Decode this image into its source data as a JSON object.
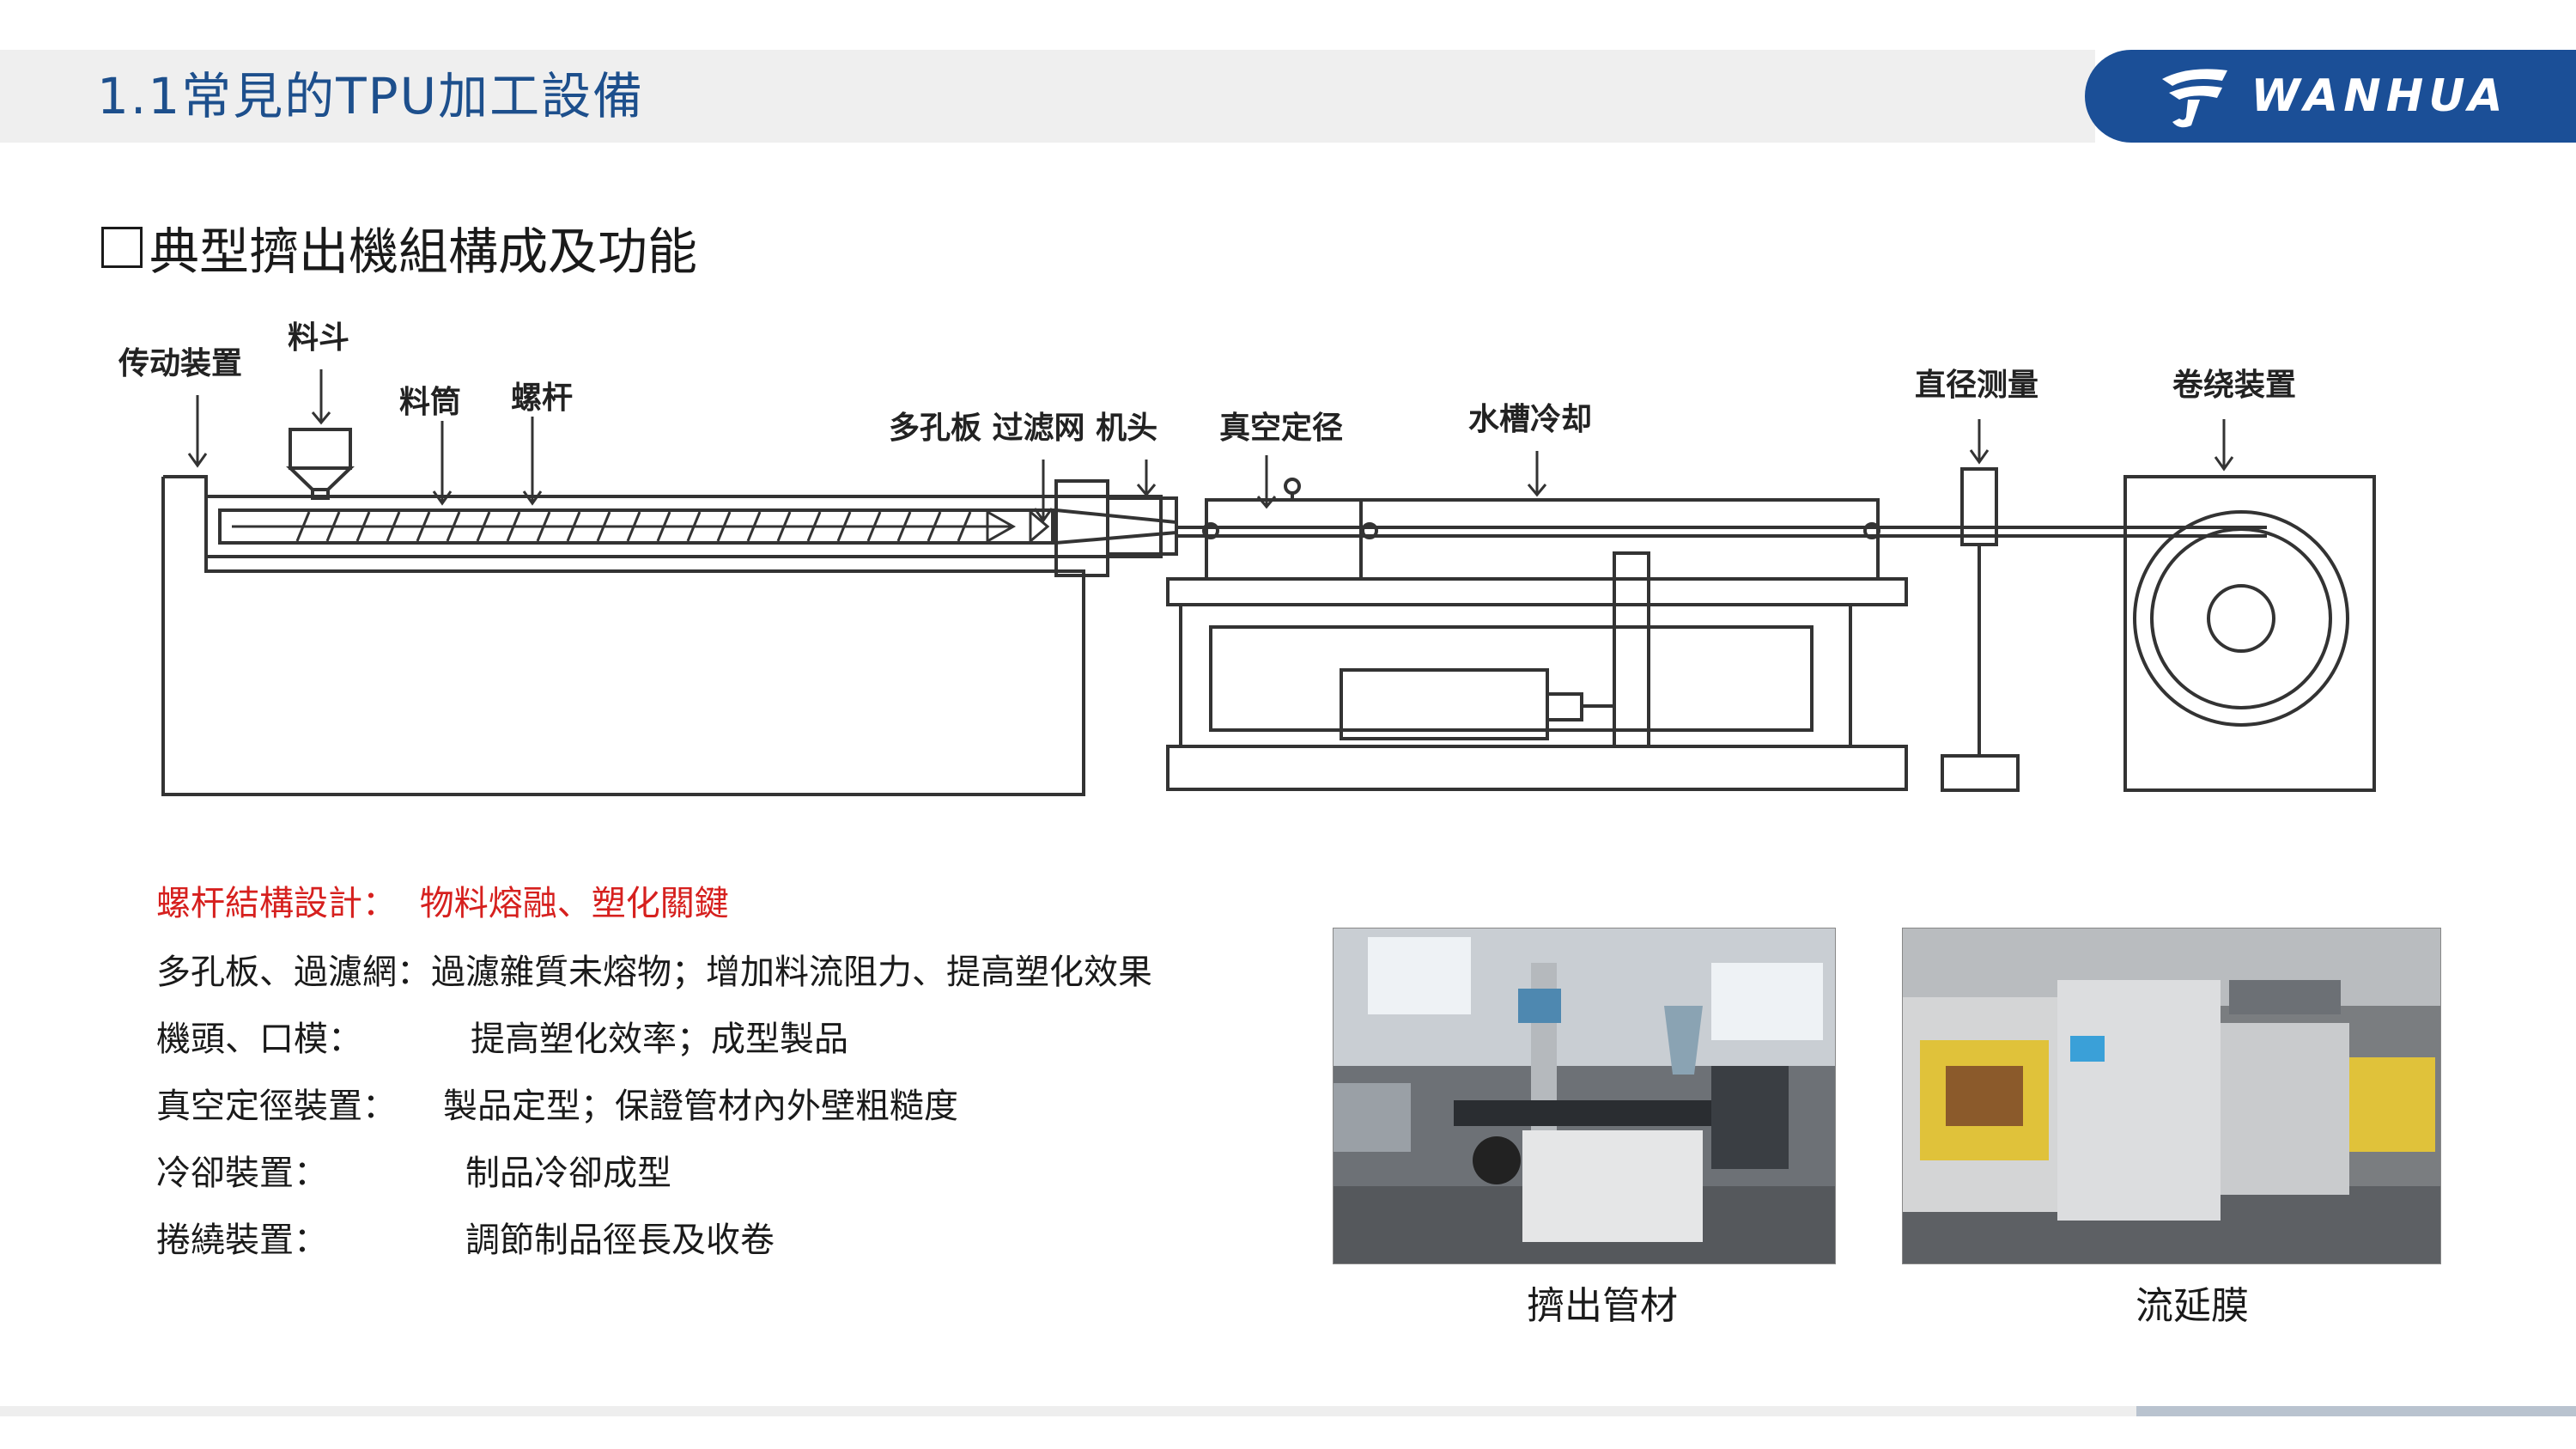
{
  "header": {
    "title": "1.1常見的TPU加工設備",
    "logo_text": "WANHUA"
  },
  "section": {
    "title": "典型擠出機組構成及功能"
  },
  "diagram": {
    "labels": {
      "drive": "传动装置",
      "hopper": "料斗",
      "barrel": "料筒",
      "screw": "螺杆",
      "plate_filter_head": "多孔板 过滤网 机头",
      "vacuum_sizing": "真空定径",
      "water_cooling": "水槽冷却",
      "diameter_gauge": "直径测量",
      "winding": "卷绕装置"
    }
  },
  "functions": {
    "items": [
      {
        "key": "螺杆結構設計：",
        "value": "物料熔融、塑化關鍵",
        "highlight": true
      },
      {
        "key": "多孔板、過濾網：",
        "value": "過濾雜質未熔物；增加料流阻力、提高塑化效果",
        "highlight": false
      },
      {
        "key": "機頭、口模：",
        "value": "提高塑化效率；成型製品",
        "highlight": false
      },
      {
        "key": "真空定徑裝置：",
        "value": "製品定型；保證管材內外壁粗糙度",
        "highlight": false
      },
      {
        "key": "冷卻裝置：",
        "value": "制品冷卻成型",
        "highlight": false
      },
      {
        "key": "捲繞裝置：",
        "value": "調節制品徑長及收卷",
        "highlight": false
      }
    ]
  },
  "photos": {
    "left_caption": "擠出管材",
    "right_caption": "流延膜"
  },
  "colors": {
    "title_blue": "#1d4f8c",
    "logo_blue": "#1b4f97",
    "highlight_red": "#d6201e"
  }
}
